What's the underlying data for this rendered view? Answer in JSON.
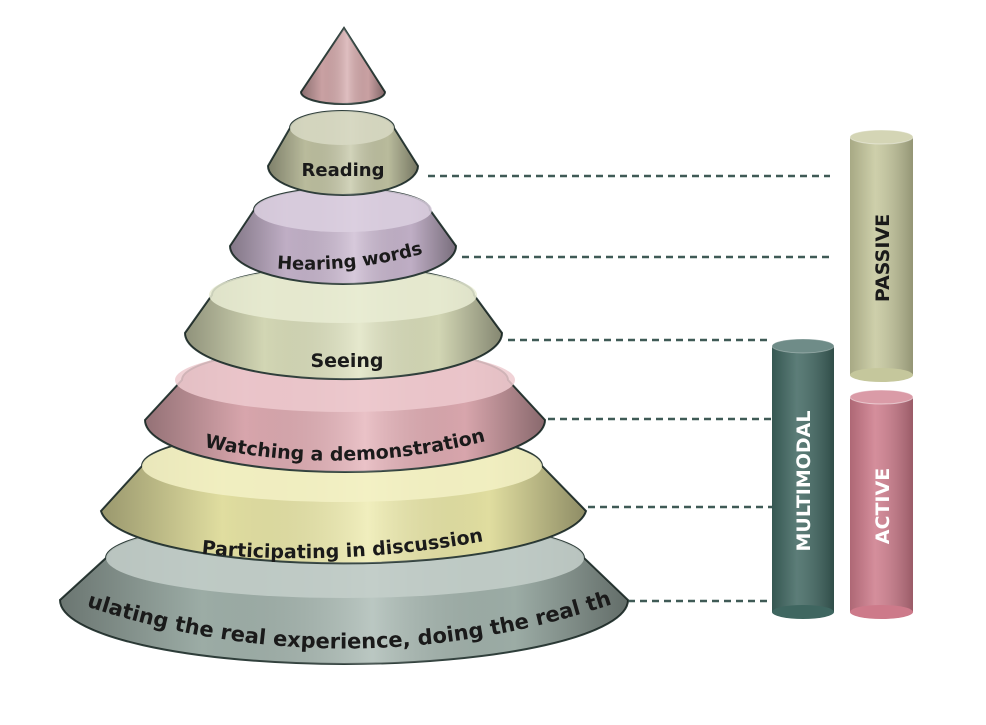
{
  "tiers": [
    {
      "label": "Reading",
      "color": "#c3c5a4"
    },
    {
      "label": "Hearing words",
      "color": "#c9b7cf"
    },
    {
      "label": "Seeing",
      "color": "#dde1bd"
    },
    {
      "label": "Watching a demonstration",
      "color": "#e3aeb5"
    },
    {
      "label": "Participating in discussion",
      "color": "#ece9a8"
    },
    {
      "label": "Simulating the real experience, doing the real thing",
      "color": "#a4b5ae"
    }
  ],
  "apex_color": "#d4a9ab",
  "columns": [
    {
      "label": "PASSIVE",
      "color": "#c5c79c"
    },
    {
      "label": "MULTIMODAL",
      "color": "#3f6660"
    },
    {
      "label": "ACTIVE",
      "color": "#cd7a8a"
    }
  ]
}
